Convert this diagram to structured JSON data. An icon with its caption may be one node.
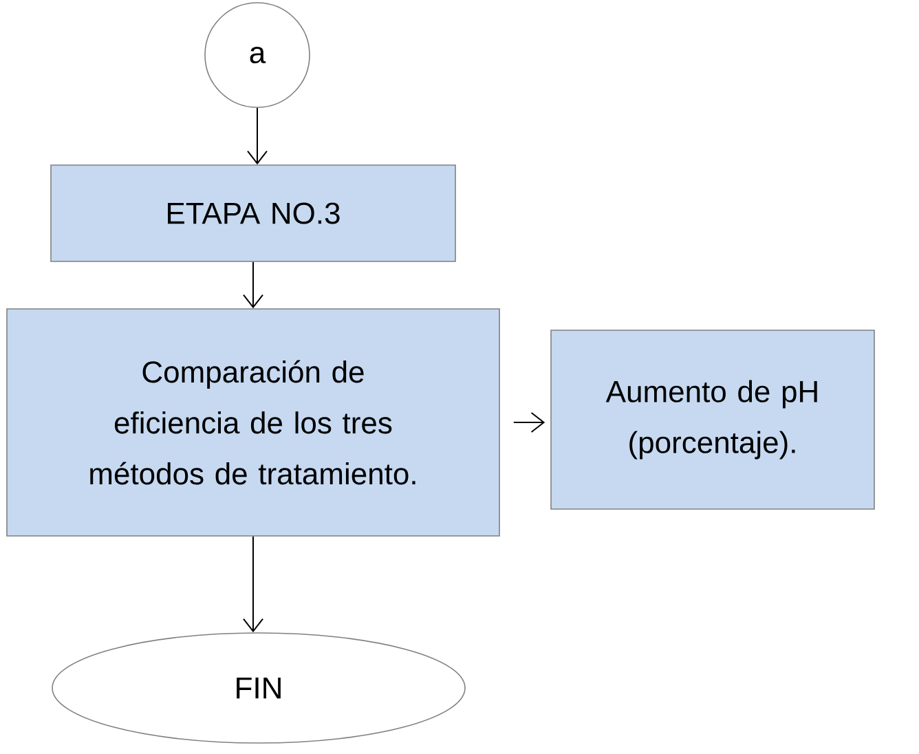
{
  "diagram": {
    "nodes": [
      {
        "text": [
          "a"
        ]
      },
      {
        "text": [
          "ETAPA NO.3"
        ]
      },
      {
        "text": [
          "Comparación de eficiencia de los tres métodos de tratamiento."
        ]
      },
      {
        "text": [
          "Aumento de pH (porcentaje)."
        ]
      },
      {
        "text": [
          "FIN"
        ]
      }
    ],
    "edges": [
      {
        "from": 0,
        "to": 1,
        "arrow": "to"
      },
      {
        "from": 1,
        "to": 2,
        "arrow": "to"
      },
      {
        "from": 2,
        "to": 3,
        "arrow": "to"
      },
      {
        "from": 2,
        "to": 4,
        "arrow": "to"
      }
    ]
  }
}
